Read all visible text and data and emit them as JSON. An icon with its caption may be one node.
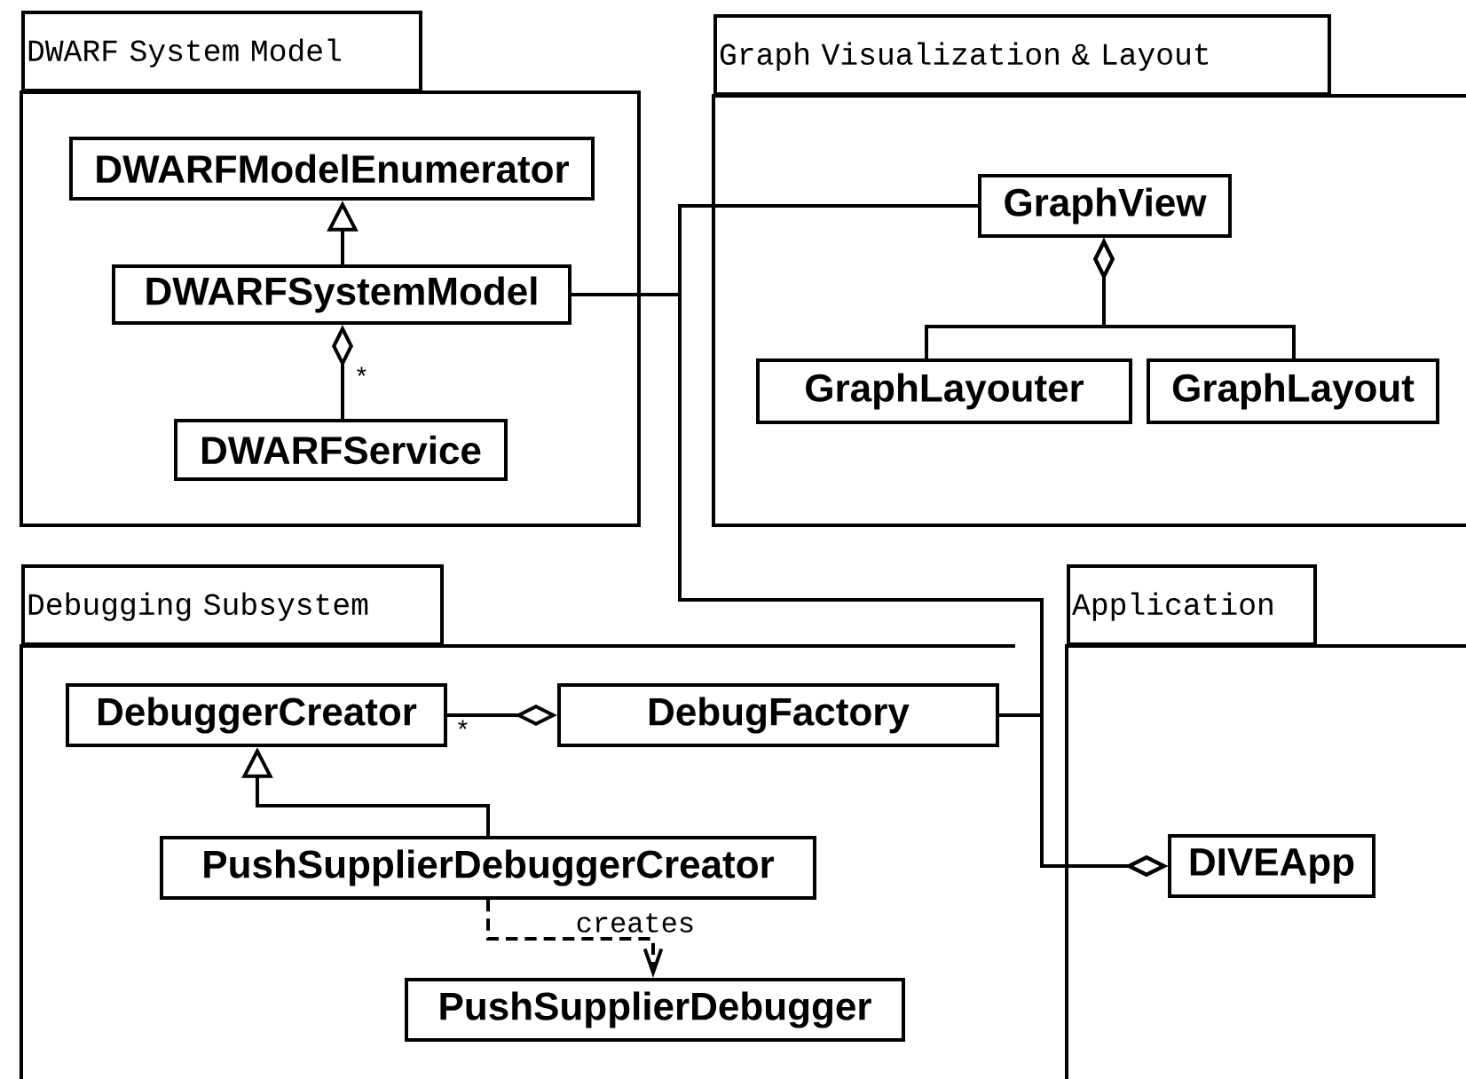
{
  "diagram": {
    "nodes": [
      {
        "text": [
          "DWARF System Model"
        ]
      },
      {
        "text": [
          "DWARFModelEnumerator"
        ],
        "in": 0
      },
      {
        "text": [
          "DWARFSystemModel"
        ],
        "in": 0
      },
      {
        "text": [
          "DWARFService"
        ],
        "in": 0
      },
      {
        "text": [
          "Graph Visualization & Layout"
        ]
      },
      {
        "text": [
          "GraphView"
        ],
        "in": 4
      },
      {
        "text": [
          "GraphLayouter"
        ],
        "in": 4
      },
      {
        "text": [
          "GraphLayout"
        ],
        "in": 4
      },
      {
        "text": [
          "Debugging Subsystem"
        ]
      },
      {
        "text": [
          "DebuggerCreator"
        ],
        "in": 8
      },
      {
        "text": [
          "DebugFactory"
        ],
        "in": 8
      },
      {
        "text": [
          "PushSupplierDebuggerCreator"
        ],
        "in": 8
      },
      {
        "text": [
          "PushSupplierDebugger"
        ],
        "in": 8
      },
      {
        "text": [
          "Application"
        ]
      },
      {
        "text": [
          "DIVEApp"
        ],
        "in": 13
      }
    ],
    "edges": [
      {
        "from": 2,
        "to": 1,
        "arrow": "to"
      },
      {
        "from": 3,
        "to": 2,
        "arrow": "other",
        "label": "*"
      },
      {
        "from": 6,
        "to": 5,
        "arrow": "other"
      },
      {
        "from": 7,
        "to": 5,
        "arrow": "other"
      },
      {
        "from": 11,
        "to": 9,
        "arrow": "to"
      },
      {
        "from": 9,
        "to": 10,
        "arrow": "other",
        "label": "*"
      },
      {
        "from": 11,
        "to": 12,
        "arrow": "to",
        "style": "dashed",
        "label": "creates"
      },
      {
        "from": 2,
        "to": 14,
        "arrow": "other"
      },
      {
        "from": 5,
        "to": 14,
        "arrow": "other"
      },
      {
        "from": 10,
        "to": 14,
        "arrow": "other"
      }
    ]
  }
}
